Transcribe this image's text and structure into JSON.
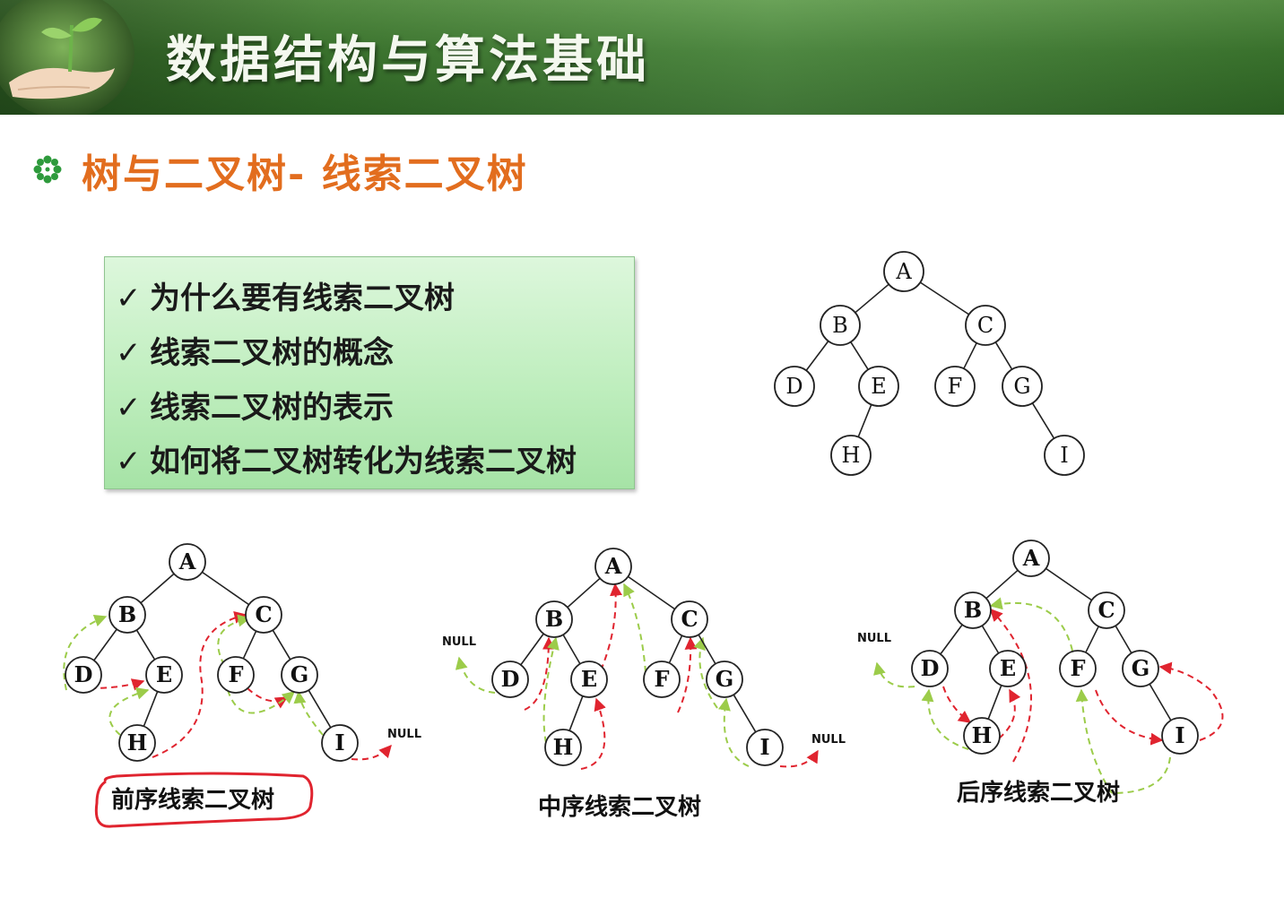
{
  "header": {
    "title": "数据结构与算法基础"
  },
  "section": {
    "title": "树与二叉树- 线索二叉树"
  },
  "bullets": [
    {
      "check": "✓",
      "text": "为什么要有线索二叉树"
    },
    {
      "check": "✓",
      "text": "线索二叉树的概念"
    },
    {
      "check": "✓",
      "text": "线索二叉树的表示"
    },
    {
      "check": "✓",
      "text": "如何将二叉树转化为线索二叉树"
    }
  ],
  "tree": {
    "nodes": [
      "A",
      "B",
      "C",
      "D",
      "E",
      "F",
      "G",
      "H",
      "I"
    ],
    "edges": [
      [
        "A",
        "B"
      ],
      [
        "A",
        "C"
      ],
      [
        "B",
        "D"
      ],
      [
        "B",
        "E"
      ],
      [
        "E",
        "H"
      ],
      [
        "C",
        "F"
      ],
      [
        "C",
        "G"
      ],
      [
        "G",
        "I"
      ]
    ]
  },
  "diagrams": {
    "preorder": {
      "caption": "前序线索二叉树",
      "null_label": "NULL"
    },
    "inorder": {
      "caption": "中序线索二叉树",
      "null_label_left": "NULL",
      "null_label_right": "NULL"
    },
    "postorder": {
      "caption": "后序线索二叉树",
      "null_label": "NULL"
    }
  },
  "colors": {
    "accent": "#e26d1e",
    "header": "#3f7d31",
    "thread_red": "#e0242f",
    "thread_green": "#9ccc4a"
  }
}
